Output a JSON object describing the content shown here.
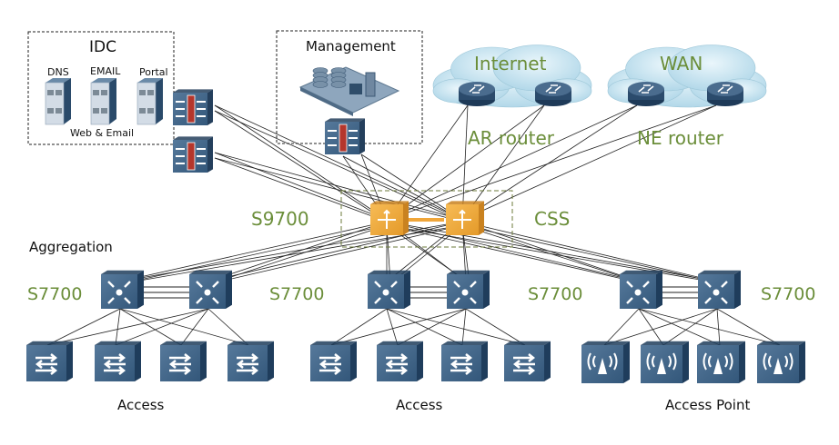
{
  "title": "Campus network topology",
  "colors": {
    "device_blue": "#3d5f80",
    "device_dark": "#1f3d5c",
    "core_orange": "#f0a63a",
    "label_green": "#6b8e3a",
    "firewall_red": "#b5362c",
    "cloud": "#bfe0ee"
  },
  "groups": {
    "idc": {
      "title": "IDC",
      "servers": [
        "DNS",
        "EMAIL",
        "Portal"
      ],
      "caption": "Web & Email"
    },
    "management": {
      "title": "Management"
    },
    "internet": {
      "title": "Internet",
      "router_label": "AR router"
    },
    "wan": {
      "title": "WAN",
      "router_label": "NE router"
    },
    "core": {
      "label": "S9700",
      "stack_label": "CSS"
    },
    "aggregation": {
      "title": "Aggregation",
      "switch_label": "S7700"
    }
  },
  "labels": {
    "agg_left": "S7700",
    "agg_mid": "S7700",
    "agg_mid2": "S7700",
    "agg_right": "S7700",
    "access_left": "Access",
    "access_mid": "Access",
    "access_right": "Access Point"
  },
  "icons": {
    "server": "server-icon",
    "firewall": "firewall-icon",
    "router": "router-icon",
    "core_switch": "core-switch-icon",
    "agg_switch": "aggregation-switch-icon",
    "access_switch": "access-switch-icon",
    "ap": "wireless-ap-icon",
    "cloud": "cloud-icon",
    "nms": "management-station-icon"
  }
}
